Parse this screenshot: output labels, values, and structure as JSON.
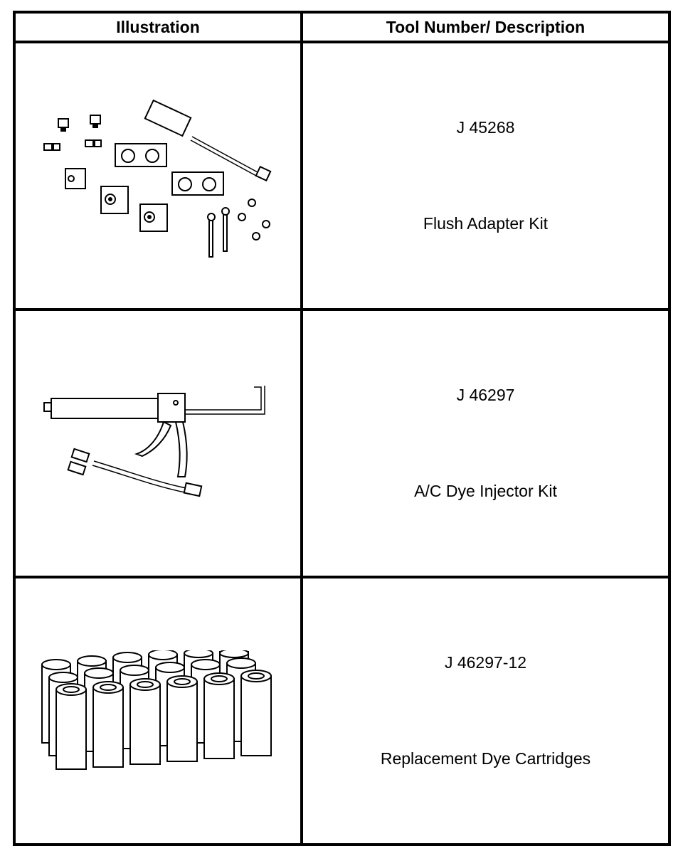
{
  "table": {
    "headers": {
      "illustration": "Illustration",
      "tool_description": "Tool Number/ Description"
    },
    "rows": [
      {
        "tool_number": "J 45268",
        "description": "Flush Adapter Kit",
        "illustration": "flush-adapter-kit-drawing"
      },
      {
        "tool_number": "J 46297",
        "description": "A/C Dye Injector Kit",
        "illustration": "dye-injector-gun-drawing"
      },
      {
        "tool_number": "J 46297-12",
        "description": "Replacement Dye Cartridges",
        "illustration": "dye-cartridges-drawing"
      }
    ]
  }
}
